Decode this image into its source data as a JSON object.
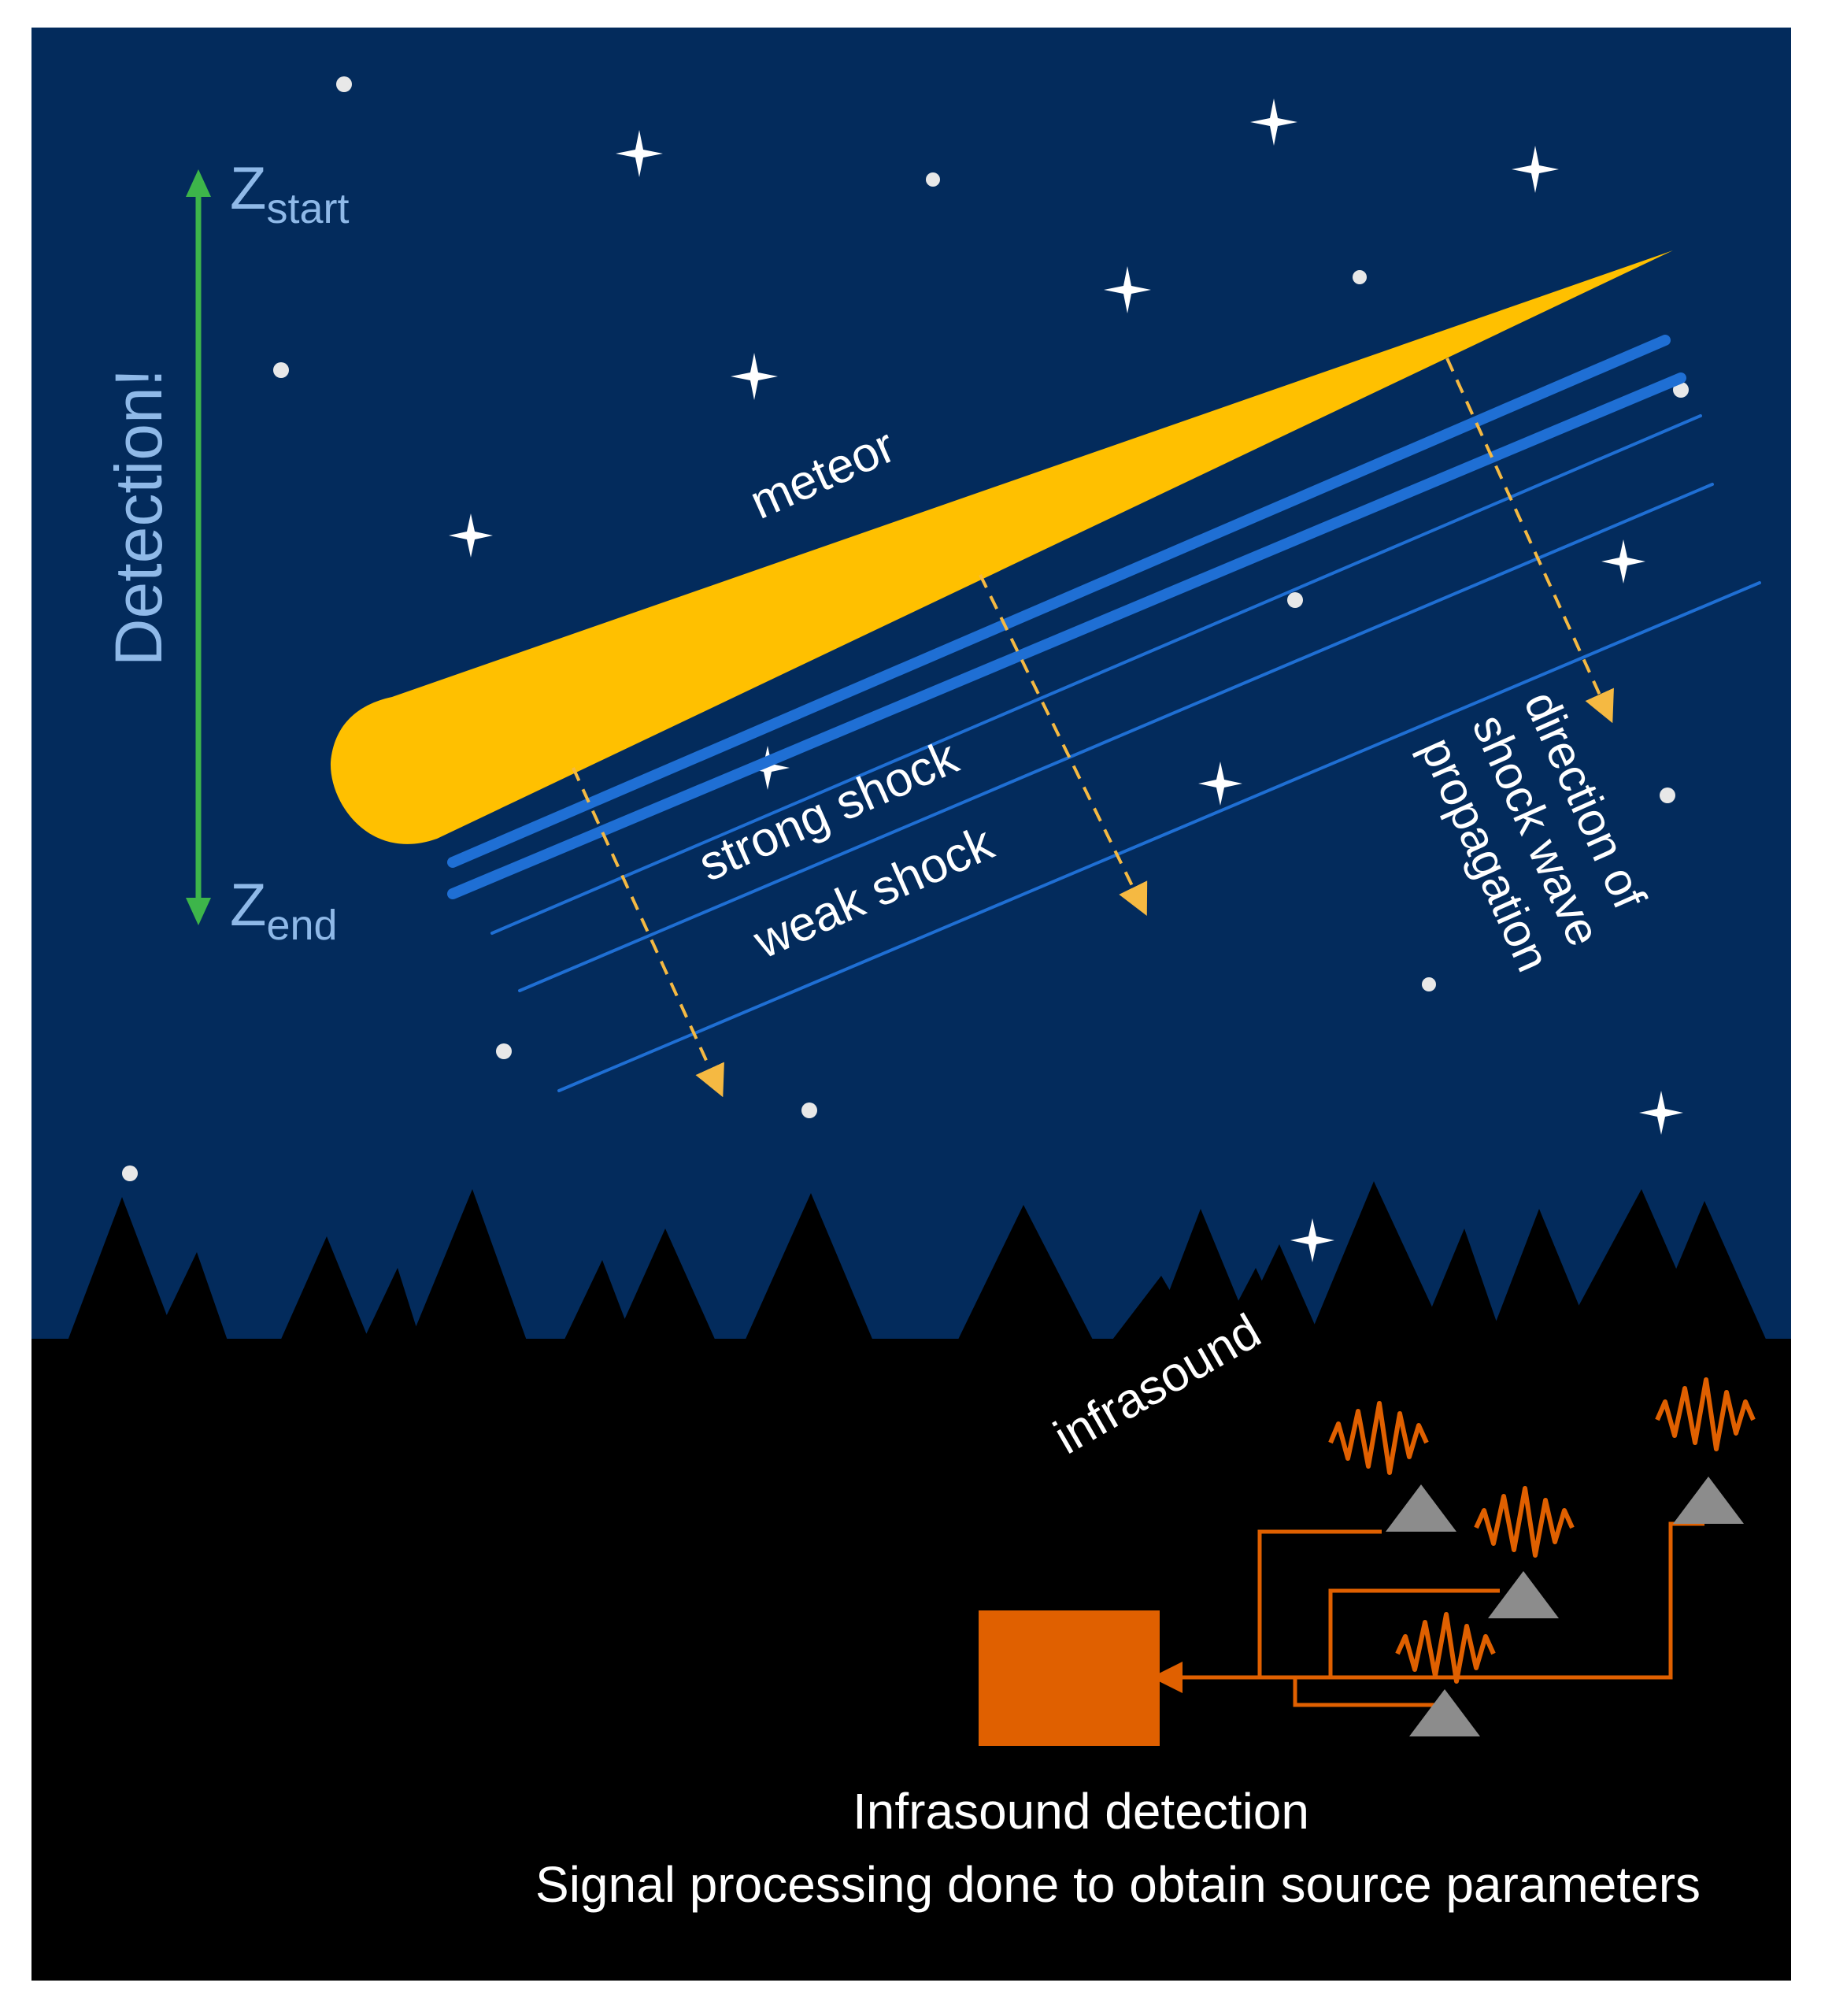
{
  "axis": {
    "vertical_label": "Detection!",
    "top_label": {
      "main": "Z",
      "sub": "start"
    },
    "bottom_label": {
      "main": "Z",
      "sub": "end"
    }
  },
  "labels": {
    "meteor": "meteor",
    "strong_shock": "strong shock",
    "weak_shock": "weak shock",
    "propagation_line1": "direction of",
    "propagation_line2": "shock wave",
    "propagation_line3": "propagation",
    "infrasound": "infrasound"
  },
  "caption": {
    "line1": "Infrasound detection",
    "line2": "Signal processing done to obtain source parameters"
  },
  "colors": {
    "sky": "#032b5c",
    "ground": "#000000",
    "meteor": "#ffc000",
    "shock": "#1f6fd4",
    "arrow": "#f5b942",
    "axis_arrow": "#3db54a",
    "axis_text": "#8fb9e8",
    "sensor_orange": "#e06000",
    "sensor": "#8c8c8c",
    "text": "#ffffff"
  }
}
